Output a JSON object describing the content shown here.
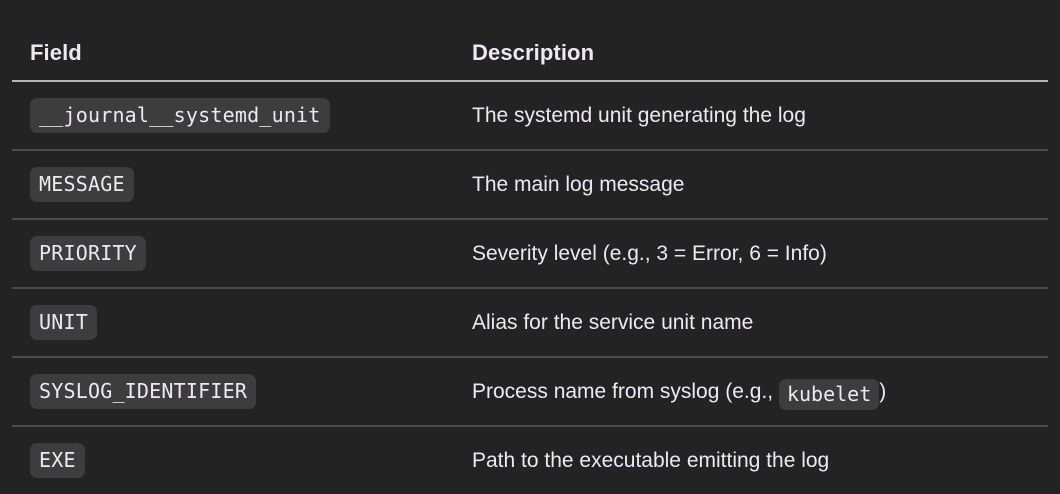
{
  "table": {
    "headers": {
      "field": "Field",
      "description": "Description"
    },
    "rows": [
      {
        "field": "__journal__systemd_unit",
        "description": "The systemd unit generating the log",
        "desc_prefix": "The systemd unit generating the log",
        "desc_code": "",
        "desc_suffix": ""
      },
      {
        "field": "MESSAGE",
        "description": "The main log message",
        "desc_prefix": "The main log message",
        "desc_code": "",
        "desc_suffix": ""
      },
      {
        "field": "PRIORITY",
        "description": "Severity level (e.g., 3 = Error, 6 = Info)",
        "desc_prefix": "Severity level (e.g., 3 = Error, 6 = Info)",
        "desc_code": "",
        "desc_suffix": ""
      },
      {
        "field": "UNIT",
        "description": "Alias for the service unit name",
        "desc_prefix": "Alias for the service unit name",
        "desc_code": "",
        "desc_suffix": ""
      },
      {
        "field": "SYSLOG_IDENTIFIER",
        "description": "Process name from syslog (e.g., kubelet)",
        "desc_prefix": "Process name from syslog (e.g., ",
        "desc_code": "kubelet",
        "desc_suffix": ")"
      },
      {
        "field": "EXE",
        "description": "Path to the executable emitting the log",
        "desc_prefix": "Path to the executable emitting the log",
        "desc_code": "",
        "desc_suffix": ""
      }
    ]
  },
  "colors": {
    "background": "#232323",
    "text": "#eceaf0",
    "code_background": "#3d3d3d",
    "header_rule": "#b4b4b4",
    "row_rule": "#4b4b4b"
  }
}
